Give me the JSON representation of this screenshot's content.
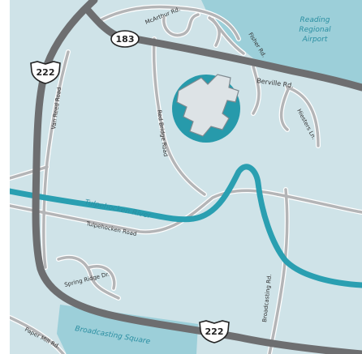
{
  "map": {
    "colors": {
      "land": "#cfe3e8",
      "water_area": "#9ccfd9",
      "river": "#2a9fb1",
      "major_road": "#6d6e70",
      "minor_road": "#b4b5b7",
      "minor_road_edge": "#ffffff",
      "building_disc": "#279aab",
      "building_fill": "#dde3e6",
      "building_stroke": "#7f8a90",
      "label_text": "#333333",
      "area_label": "#2b8fa2"
    },
    "routes": [
      {
        "id": "us-222-north",
        "label": "222",
        "shield": "us-highway-shield"
      },
      {
        "id": "us-222-south",
        "label": "222",
        "shield": "us-highway-shield"
      },
      {
        "id": "pa-183",
        "label": "183",
        "shield": "state-route-oval"
      }
    ],
    "roads": [
      {
        "name": "McArthur Rd."
      },
      {
        "name": "Fisher Rd."
      },
      {
        "name": "Berville Rd."
      },
      {
        "name": "Hiesters Ln."
      },
      {
        "name": "Van Reed Road"
      },
      {
        "name": "Red Bridge Road"
      },
      {
        "name": "Tulpehocken Road"
      },
      {
        "name": "Spring Ridge Dr."
      },
      {
        "name": "Broadcasting Rd."
      },
      {
        "name": "Paper Mill Rd."
      }
    ],
    "water": [
      {
        "name": "Tulpehocken River"
      }
    ],
    "areas": [
      {
        "name": "Reading Regional Airport",
        "lines": [
          "Reading",
          "Regional",
          "Airport"
        ]
      },
      {
        "name": "Broadcasting Square"
      }
    ],
    "building_icon": "building-complex-icon"
  }
}
